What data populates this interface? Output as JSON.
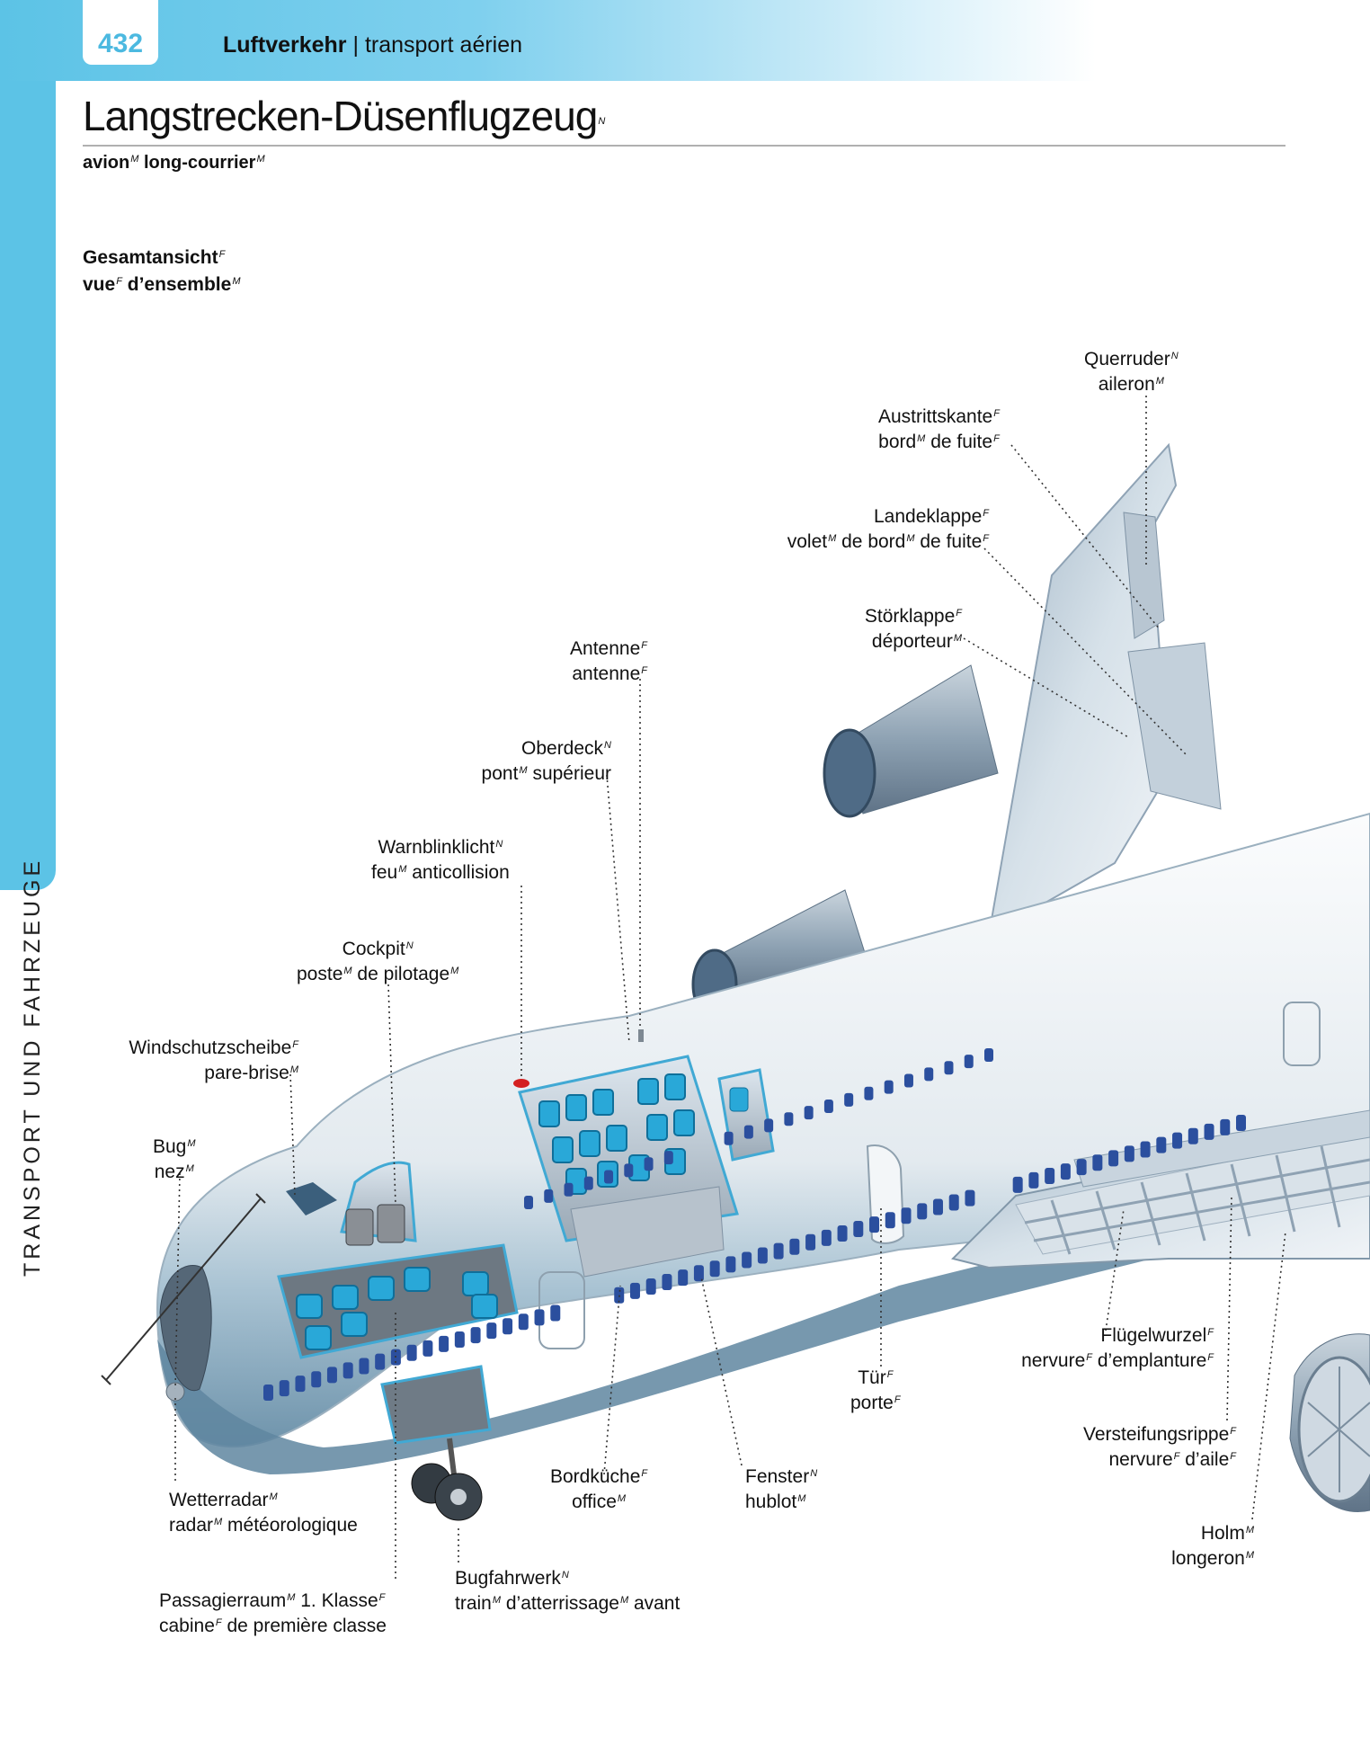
{
  "header": {
    "page_number": "432",
    "section_de": "Luftverkehr",
    "separator": " | ",
    "section_fr": "transport aérien"
  },
  "side_tab": {
    "label": "TRANSPORT UND FAHRZEUGE"
  },
  "title": {
    "de": "Langstrecken-Düsenflugzeug",
    "de_gender": "N",
    "fr1": "avion",
    "fr1_gender": "M",
    "fr2": "long-courrier",
    "fr2_gender": "M"
  },
  "section": {
    "de": "Gesamtansicht",
    "de_gender": "F",
    "fr1": "vue",
    "fr1_gender": "F",
    "fr2": "d’ensemble",
    "fr2_gender": "M"
  },
  "labels": {
    "querruder": {
      "de": "Querruder",
      "de_g": "N",
      "fr": "aileron",
      "fr_g": "M"
    },
    "austritt": {
      "de": "Austrittskante",
      "de_g": "F",
      "fr_a": "bord",
      "fr_a_g": "M",
      "fr_b": "de fuite",
      "fr_b_g": "F"
    },
    "landeklappe": {
      "de": "Landeklappe",
      "de_g": "F",
      "fr_a": "volet",
      "fr_a_g": "M",
      "fr_b": "de bord",
      "fr_b_g": "M",
      "fr_c": "de fuite",
      "fr_c_g": "F"
    },
    "stoerklappe": {
      "de": "Störklappe",
      "de_g": "F",
      "fr": "déporteur",
      "fr_g": "M"
    },
    "antenne": {
      "de": "Antenne",
      "de_g": "F",
      "fr": "antenne",
      "fr_g": "F"
    },
    "oberdeck": {
      "de": "Oberdeck",
      "de_g": "N",
      "fr_a": "pont",
      "fr_a_g": "M",
      "fr_b": "supérieur"
    },
    "warnblink": {
      "de": "Warnblinklicht",
      "de_g": "N",
      "fr_a": "feu",
      "fr_a_g": "M",
      "fr_b": "anticollision"
    },
    "cockpit": {
      "de": "Cockpit",
      "de_g": "N",
      "fr_a": "poste",
      "fr_a_g": "M",
      "fr_b": "de pilotage",
      "fr_b_g": "M"
    },
    "windschutz": {
      "de": "Windschutzscheibe",
      "de_g": "F",
      "fr": "pare-brise",
      "fr_g": "M"
    },
    "bug": {
      "de": "Bug",
      "de_g": "M",
      "fr": "nez",
      "fr_g": "M"
    },
    "wetterradar": {
      "de": "Wetterradar",
      "de_g": "M",
      "fr_a": "radar",
      "fr_a_g": "M",
      "fr_b": "météorologique"
    },
    "passagier": {
      "de_a": "Passagierraum",
      "de_a_g": "M",
      "de_b": "1. Klasse",
      "de_b_g": "F",
      "fr_a": "cabine",
      "fr_a_g": "F",
      "fr_b": "de première classe"
    },
    "bugfahrwerk": {
      "de": "Bugfahrwerk",
      "de_g": "N",
      "fr_a": "train",
      "fr_a_g": "M",
      "fr_b": "d’atterrissage",
      "fr_b_g": "M",
      "fr_c": "avant"
    },
    "bordkueche": {
      "de": "Bordküche",
      "de_g": "F",
      "fr": "office",
      "fr_g": "M"
    },
    "fenster": {
      "de": "Fenster",
      "de_g": "N",
      "fr": "hublot",
      "fr_g": "M"
    },
    "tuer": {
      "de": "Tür",
      "de_g": "F",
      "fr": "porte",
      "fr_g": "F"
    },
    "fluegelwurzel": {
      "de": "Flügelwurzel",
      "de_g": "F",
      "fr_a": "nervure",
      "fr_a_g": "F",
      "fr_b": "d’emplanture",
      "fr_b_g": "F"
    },
    "versteifung": {
      "de": "Versteifungsrippe",
      "de_g": "F",
      "fr_a": "nervure",
      "fr_a_g": "F",
      "fr_b": "d’aile",
      "fr_b_g": "F"
    },
    "holm": {
      "de": "Holm",
      "de_g": "M",
      "fr": "longeron",
      "fr_g": "M"
    }
  },
  "colors": {
    "accent": "#5cc3e6",
    "fuselage": "#e8eef2",
    "belly": "#7fa6bd",
    "seat": "#29a8d8",
    "window": "#2b4f9e"
  }
}
